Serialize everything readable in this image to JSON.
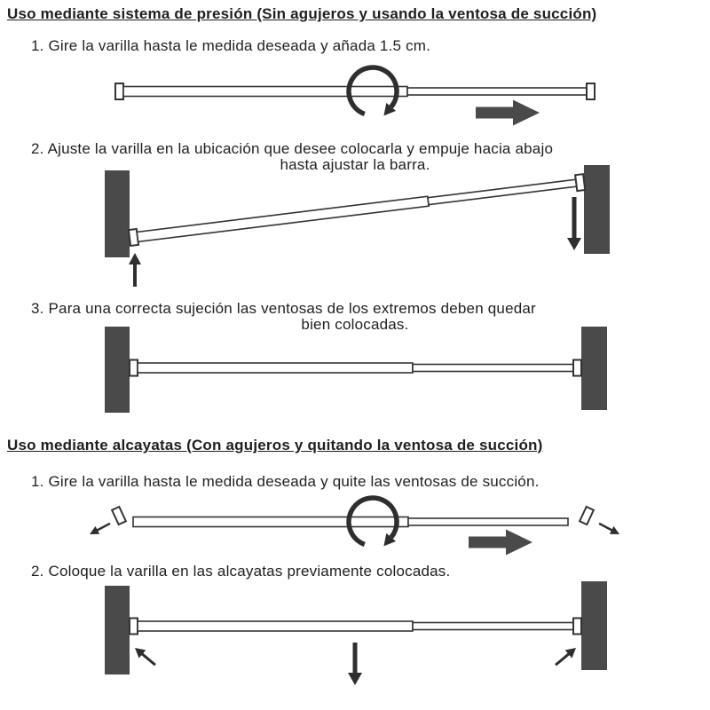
{
  "meta": {
    "language": "es",
    "background_color": "#ffffff",
    "text_color": "#1f1f1f"
  },
  "colors": {
    "wall_block": "#4a4a4a",
    "rod_outline": "#333333",
    "arrow_dark": "#2e2e2e",
    "block_arrow": "#4a4a4a"
  },
  "pressure_section": {
    "heading": "Uso mediante sistema de presión (Sin agujeros y usando la ventosa de succión)",
    "step1": "1. Gire la varilla hasta le medida deseada y añada 1.5 cm.",
    "step2_line1": "2. Ajuste la varilla en la ubicación que desee colocarla y empuje hacia abajo",
    "step2_line2": "hasta ajustar la barra.",
    "step3_line1": "3. Para una correcta sujeción las ventosas de los extremos deben quedar",
    "step3_line2": "bien colocadas."
  },
  "hooks_section": {
    "heading": "Uso mediante alcayatas (Con agujeros y quitando la ventosa de succión)",
    "step1": "1. Gire la varilla hasta le medida deseada y quite las ventosas de succión.",
    "step2": "2. Coloque la varilla en las alcayatas previamente colocadas."
  },
  "diagram_icons": {
    "rotation_arrow": "rotate-clockwise-icon",
    "extend_arrow": "extend-right-block-arrow-icon",
    "wall": "wall-block",
    "rod": "telescopic-rod",
    "suction_cap": "suction-cap",
    "push_arrows": "push-direction-arrow"
  }
}
